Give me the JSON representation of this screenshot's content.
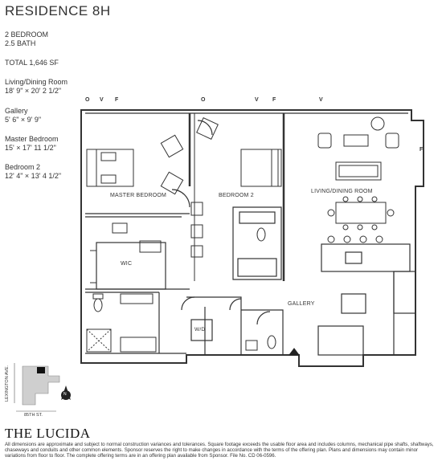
{
  "header": {
    "title": "RESIDENCE 8H",
    "bedrooms": "2 BEDROOM",
    "baths": "2.5 BATH",
    "total": "TOTAL 1,646 SF"
  },
  "rooms": [
    {
      "name": "Living/Dining Room",
      "size": "18' 9\" × 20' 2 1/2\""
    },
    {
      "name": "Gallery",
      "size": "5' 6\" × 9' 9\""
    },
    {
      "name": "Master Bedroom",
      "size": "15' × 17' 11 1/2\""
    },
    {
      "name": "Bedroom 2",
      "size": "12' 4\" × 13' 4 1/2\""
    }
  ],
  "window_legend": [
    "O",
    "V",
    "F",
    "O",
    "V",
    "F",
    "V"
  ],
  "plan_labels": {
    "master_bedroom": "MASTER BEDROOM",
    "bedroom_2": "BEDROOM 2",
    "living_dining": "LIVING/DINING ROOM",
    "wic": "WIC",
    "gallery": "GALLERY",
    "wd": "W/D",
    "side_f": "F",
    "north": "N"
  },
  "key_plan": {
    "avenue": "LEXINGTON AVE.",
    "street": "85TH ST."
  },
  "footer": {
    "brand": "THE LUCIDA",
    "disclaimer": "All dimensions are approximate and subject to normal construction variances and tolerances. Square footage exceeds the usable floor area and includes columns, mechanical pipe shafts, shaftways, chaseways and conduits and other common elements. Sponsor reserves the right to make changes in accordance with the terms of the offering plan. Plans and dimensions may contain minor variations from floor to floor. The complete offering terms are in an offering plan available from Sponsor. File No. CD 06-0596."
  },
  "colors": {
    "ink": "#333333",
    "key_highlight": "#111111",
    "key_building": "#cfcfcf"
  }
}
